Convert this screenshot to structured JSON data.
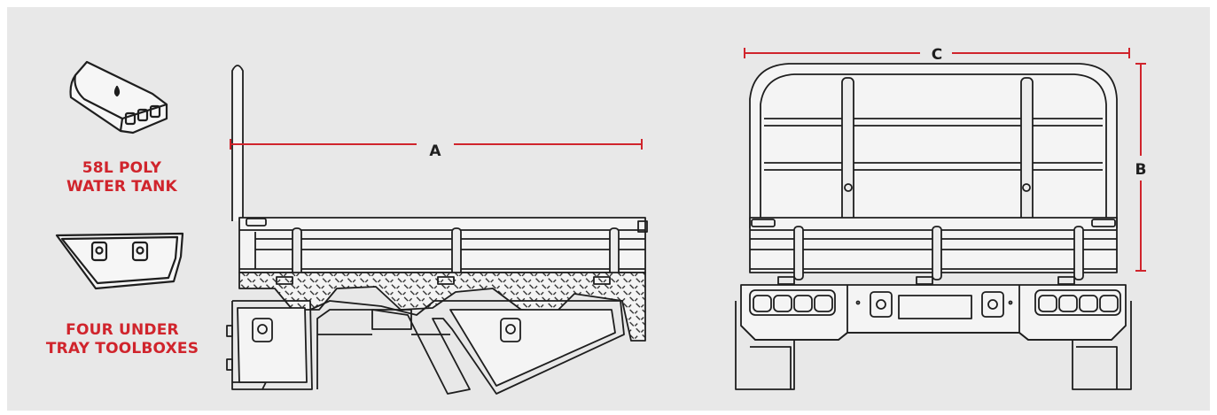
{
  "colors": {
    "background": "#e8e8e8",
    "accent_red": "#d0242c",
    "line_art": "#1e1e1e"
  },
  "features": [
    {
      "icon": "water-tank-icon",
      "lines": [
        "58L POLY",
        "WATER TANK"
      ]
    },
    {
      "icon": "toolbox-icon",
      "lines": [
        "FOUR UNDER",
        "TRAY TOOLBOXES"
      ]
    }
  ],
  "dimensions": {
    "a": "A",
    "b": "B",
    "c": "C"
  }
}
